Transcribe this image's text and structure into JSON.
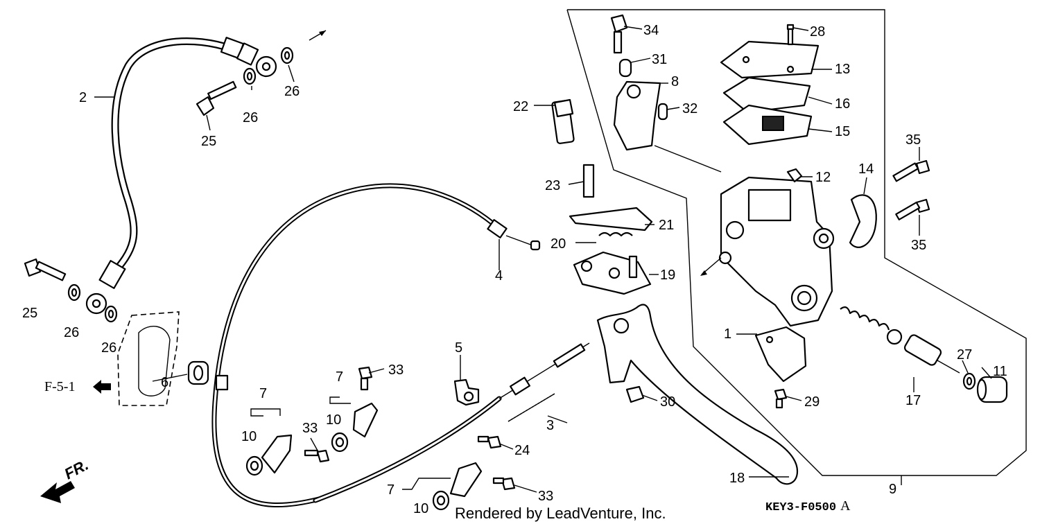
{
  "callouts": {
    "c1": "1",
    "c2": "2",
    "c3": "3",
    "c4": "4",
    "c5": "5",
    "c6": "6",
    "c7a": "7",
    "c7b": "7",
    "c7c": "7",
    "c8": "8",
    "c9": "9",
    "c10a": "10",
    "c10b": "10",
    "c10c": "10",
    "c11": "11",
    "c12": "12",
    "c13": "13",
    "c14": "14",
    "c15": "15",
    "c16": "16",
    "c17": "17",
    "c18": "18",
    "c19": "19",
    "c20": "20",
    "c21": "21",
    "c22": "22",
    "c23": "23",
    "c24": "24",
    "c25a": "25",
    "c25b": "25",
    "c26a": "26",
    "c26b": "26",
    "c26c": "26",
    "c26d": "26",
    "c27": "27",
    "c28": "28",
    "c29": "29",
    "c30": "30",
    "c31": "31",
    "c32": "32",
    "c33a": "33",
    "c33b": "33",
    "c33c": "33",
    "c34": "34",
    "c35a": "35",
    "c35b": "35"
  },
  "reference": "F-5-1",
  "direction_label": "FR.",
  "diagram_code": "KEY3-F0500",
  "diagram_code_suffix": "A",
  "credit": "Rendered by LeadVenture, Inc."
}
